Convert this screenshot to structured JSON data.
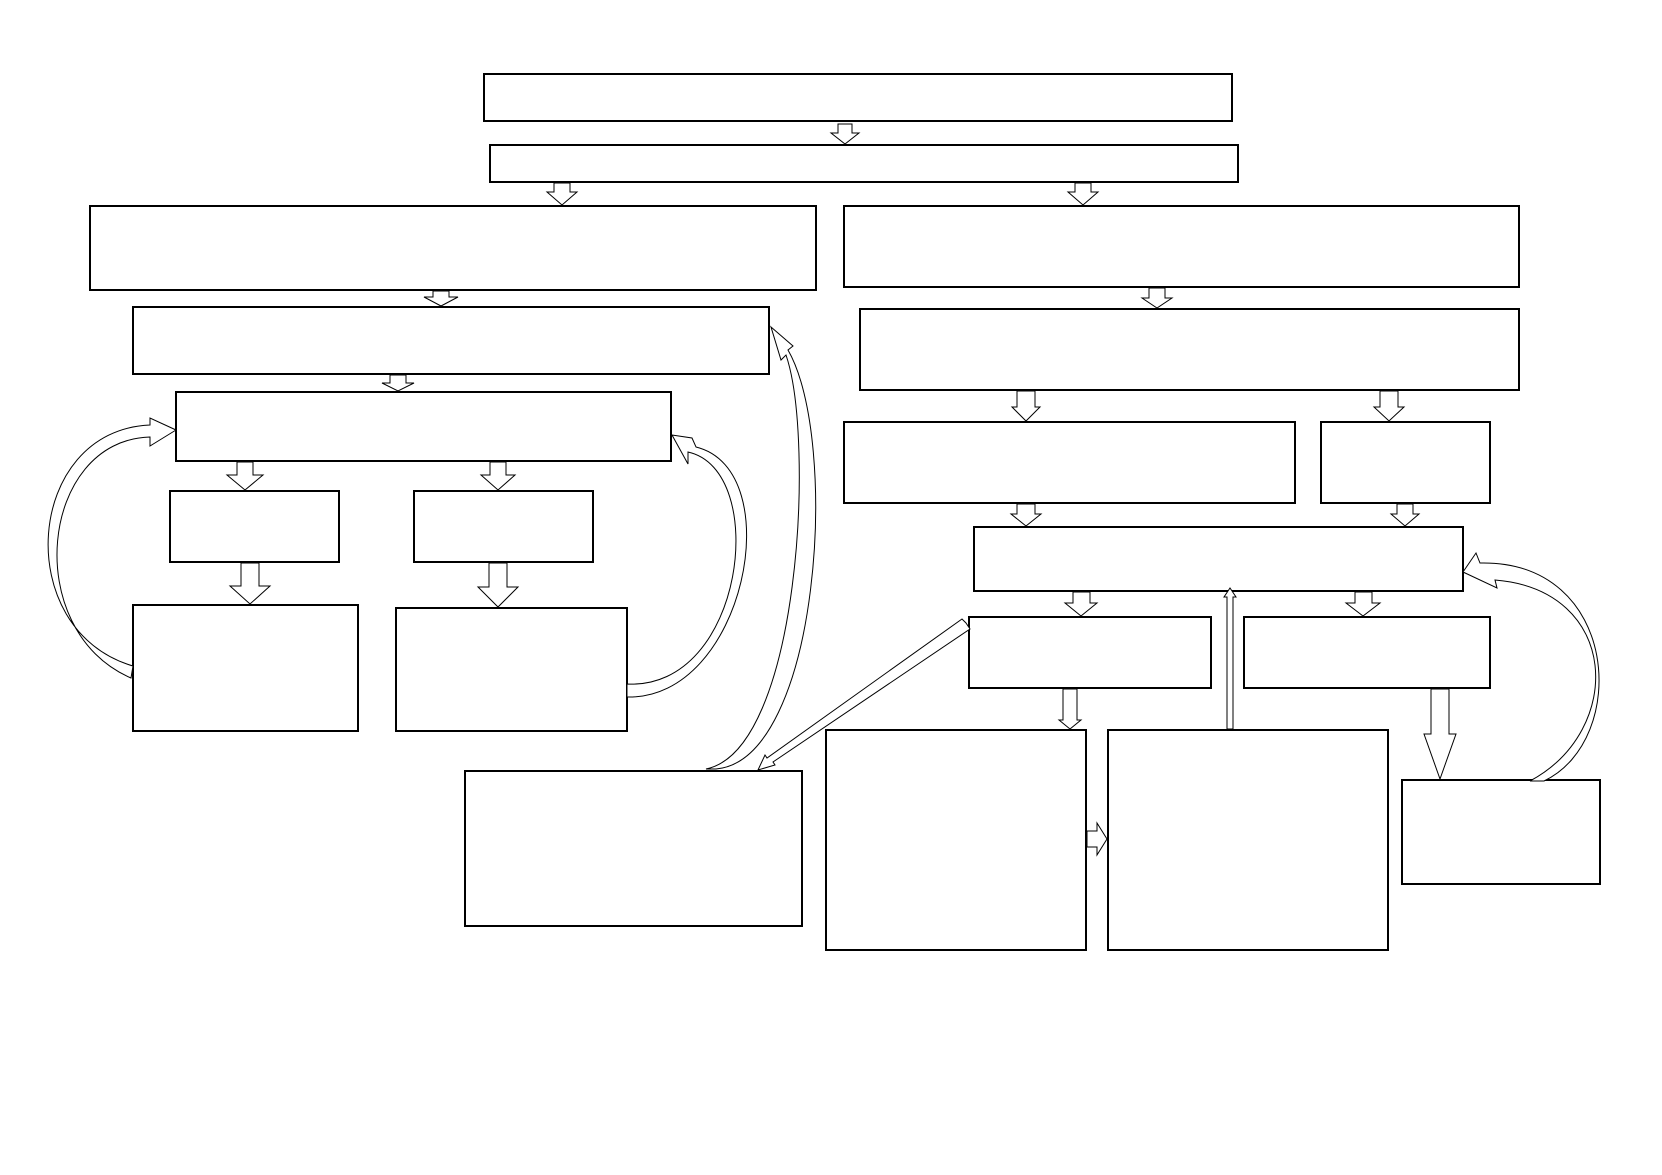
{
  "diagram": {
    "type": "flowchart",
    "colors": {
      "stroke": "#000000",
      "fill": "#ffffff",
      "background": "#ffffff"
    },
    "nodes": [
      {
        "id": "n1",
        "label": ""
      },
      {
        "id": "n2",
        "label": ""
      },
      {
        "id": "n3",
        "label": ""
      },
      {
        "id": "n4",
        "label": ""
      },
      {
        "id": "n5",
        "label": ""
      },
      {
        "id": "n6",
        "label": ""
      },
      {
        "id": "n7",
        "label": ""
      },
      {
        "id": "n8",
        "label": ""
      },
      {
        "id": "n9",
        "label": ""
      },
      {
        "id": "n10",
        "label": ""
      },
      {
        "id": "n11",
        "label": ""
      },
      {
        "id": "n12",
        "label": ""
      },
      {
        "id": "n13",
        "label": ""
      },
      {
        "id": "n14",
        "label": ""
      },
      {
        "id": "n15",
        "label": ""
      },
      {
        "id": "n16",
        "label": ""
      },
      {
        "id": "n17",
        "label": ""
      },
      {
        "id": "n18",
        "label": ""
      },
      {
        "id": "n19",
        "label": ""
      },
      {
        "id": "n20",
        "label": ""
      }
    ],
    "edges": [
      {
        "from": "n1",
        "to": "n2",
        "style": "block"
      },
      {
        "from": "n2",
        "to": "n3",
        "style": "block"
      },
      {
        "from": "n2",
        "to": "n4",
        "style": "block"
      },
      {
        "from": "n3",
        "to": "n5",
        "style": "block"
      },
      {
        "from": "n5",
        "to": "n6",
        "style": "block"
      },
      {
        "from": "n6",
        "to": "n7",
        "style": "block"
      },
      {
        "from": "n6",
        "to": "n8",
        "style": "block"
      },
      {
        "from": "n7",
        "to": "n9",
        "style": "block"
      },
      {
        "from": "n8",
        "to": "n10",
        "style": "block"
      },
      {
        "from": "n9",
        "to": "n6",
        "style": "curved"
      },
      {
        "from": "n10",
        "to": "n6",
        "style": "curved"
      },
      {
        "from": "n4",
        "to": "n11",
        "style": "block"
      },
      {
        "from": "n11",
        "to": "n12",
        "style": "block"
      },
      {
        "from": "n11",
        "to": "n13",
        "style": "block"
      },
      {
        "from": "n12",
        "to": "n14",
        "style": "block"
      },
      {
        "from": "n13",
        "to": "n14",
        "style": "block"
      },
      {
        "from": "n14",
        "to": "n15",
        "style": "block"
      },
      {
        "from": "n14",
        "to": "n16",
        "style": "block"
      },
      {
        "from": "n15",
        "to": "n18",
        "style": "block"
      },
      {
        "from": "n18",
        "to": "n19",
        "style": "block"
      },
      {
        "from": "n19",
        "to": "n14",
        "style": "thin"
      },
      {
        "from": "n16",
        "to": "n20",
        "style": "block"
      },
      {
        "from": "n20",
        "to": "n14",
        "style": "curved"
      },
      {
        "from": "n15",
        "to": "n17",
        "style": "diagonal"
      },
      {
        "from": "n17",
        "to": "n5",
        "style": "curved"
      }
    ]
  }
}
